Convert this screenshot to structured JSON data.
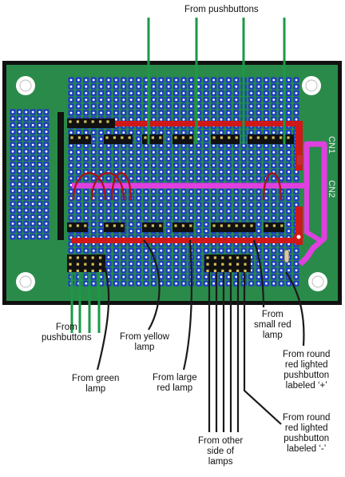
{
  "labels": {
    "top_pushbuttons": "From pushbuttons",
    "left_pushbuttons": [
      "From",
      "pushbuttons"
    ],
    "green_lamp": [
      "From green",
      "lamp"
    ],
    "yellow_lamp": [
      "From yellow",
      "lamp"
    ],
    "large_red_lamp": [
      "From large",
      "red lamp"
    ],
    "small_red_lamp": [
      "From",
      "small red",
      "lamp"
    ],
    "round_plus": [
      "From round",
      "red lighted",
      "pushbutton",
      "labeled ‘+’"
    ],
    "round_minus": [
      "From round",
      "red lighted",
      "pushbutton",
      "labeled ‘-’"
    ],
    "other_side": [
      "From other",
      "side of",
      "lamps"
    ]
  },
  "board": {
    "silkscreen_cn1": "CN1",
    "silkscreen_cn2": "CN2"
  },
  "colors": {
    "board_green": "#2a8a4a",
    "pad_blue": "#1e3fbf",
    "trace_red": "#d01818",
    "trace_magenta": "#e040e0",
    "wire_green": "#1a9a45",
    "wire_black": "#1a1a1a",
    "header_black": "#111111"
  }
}
